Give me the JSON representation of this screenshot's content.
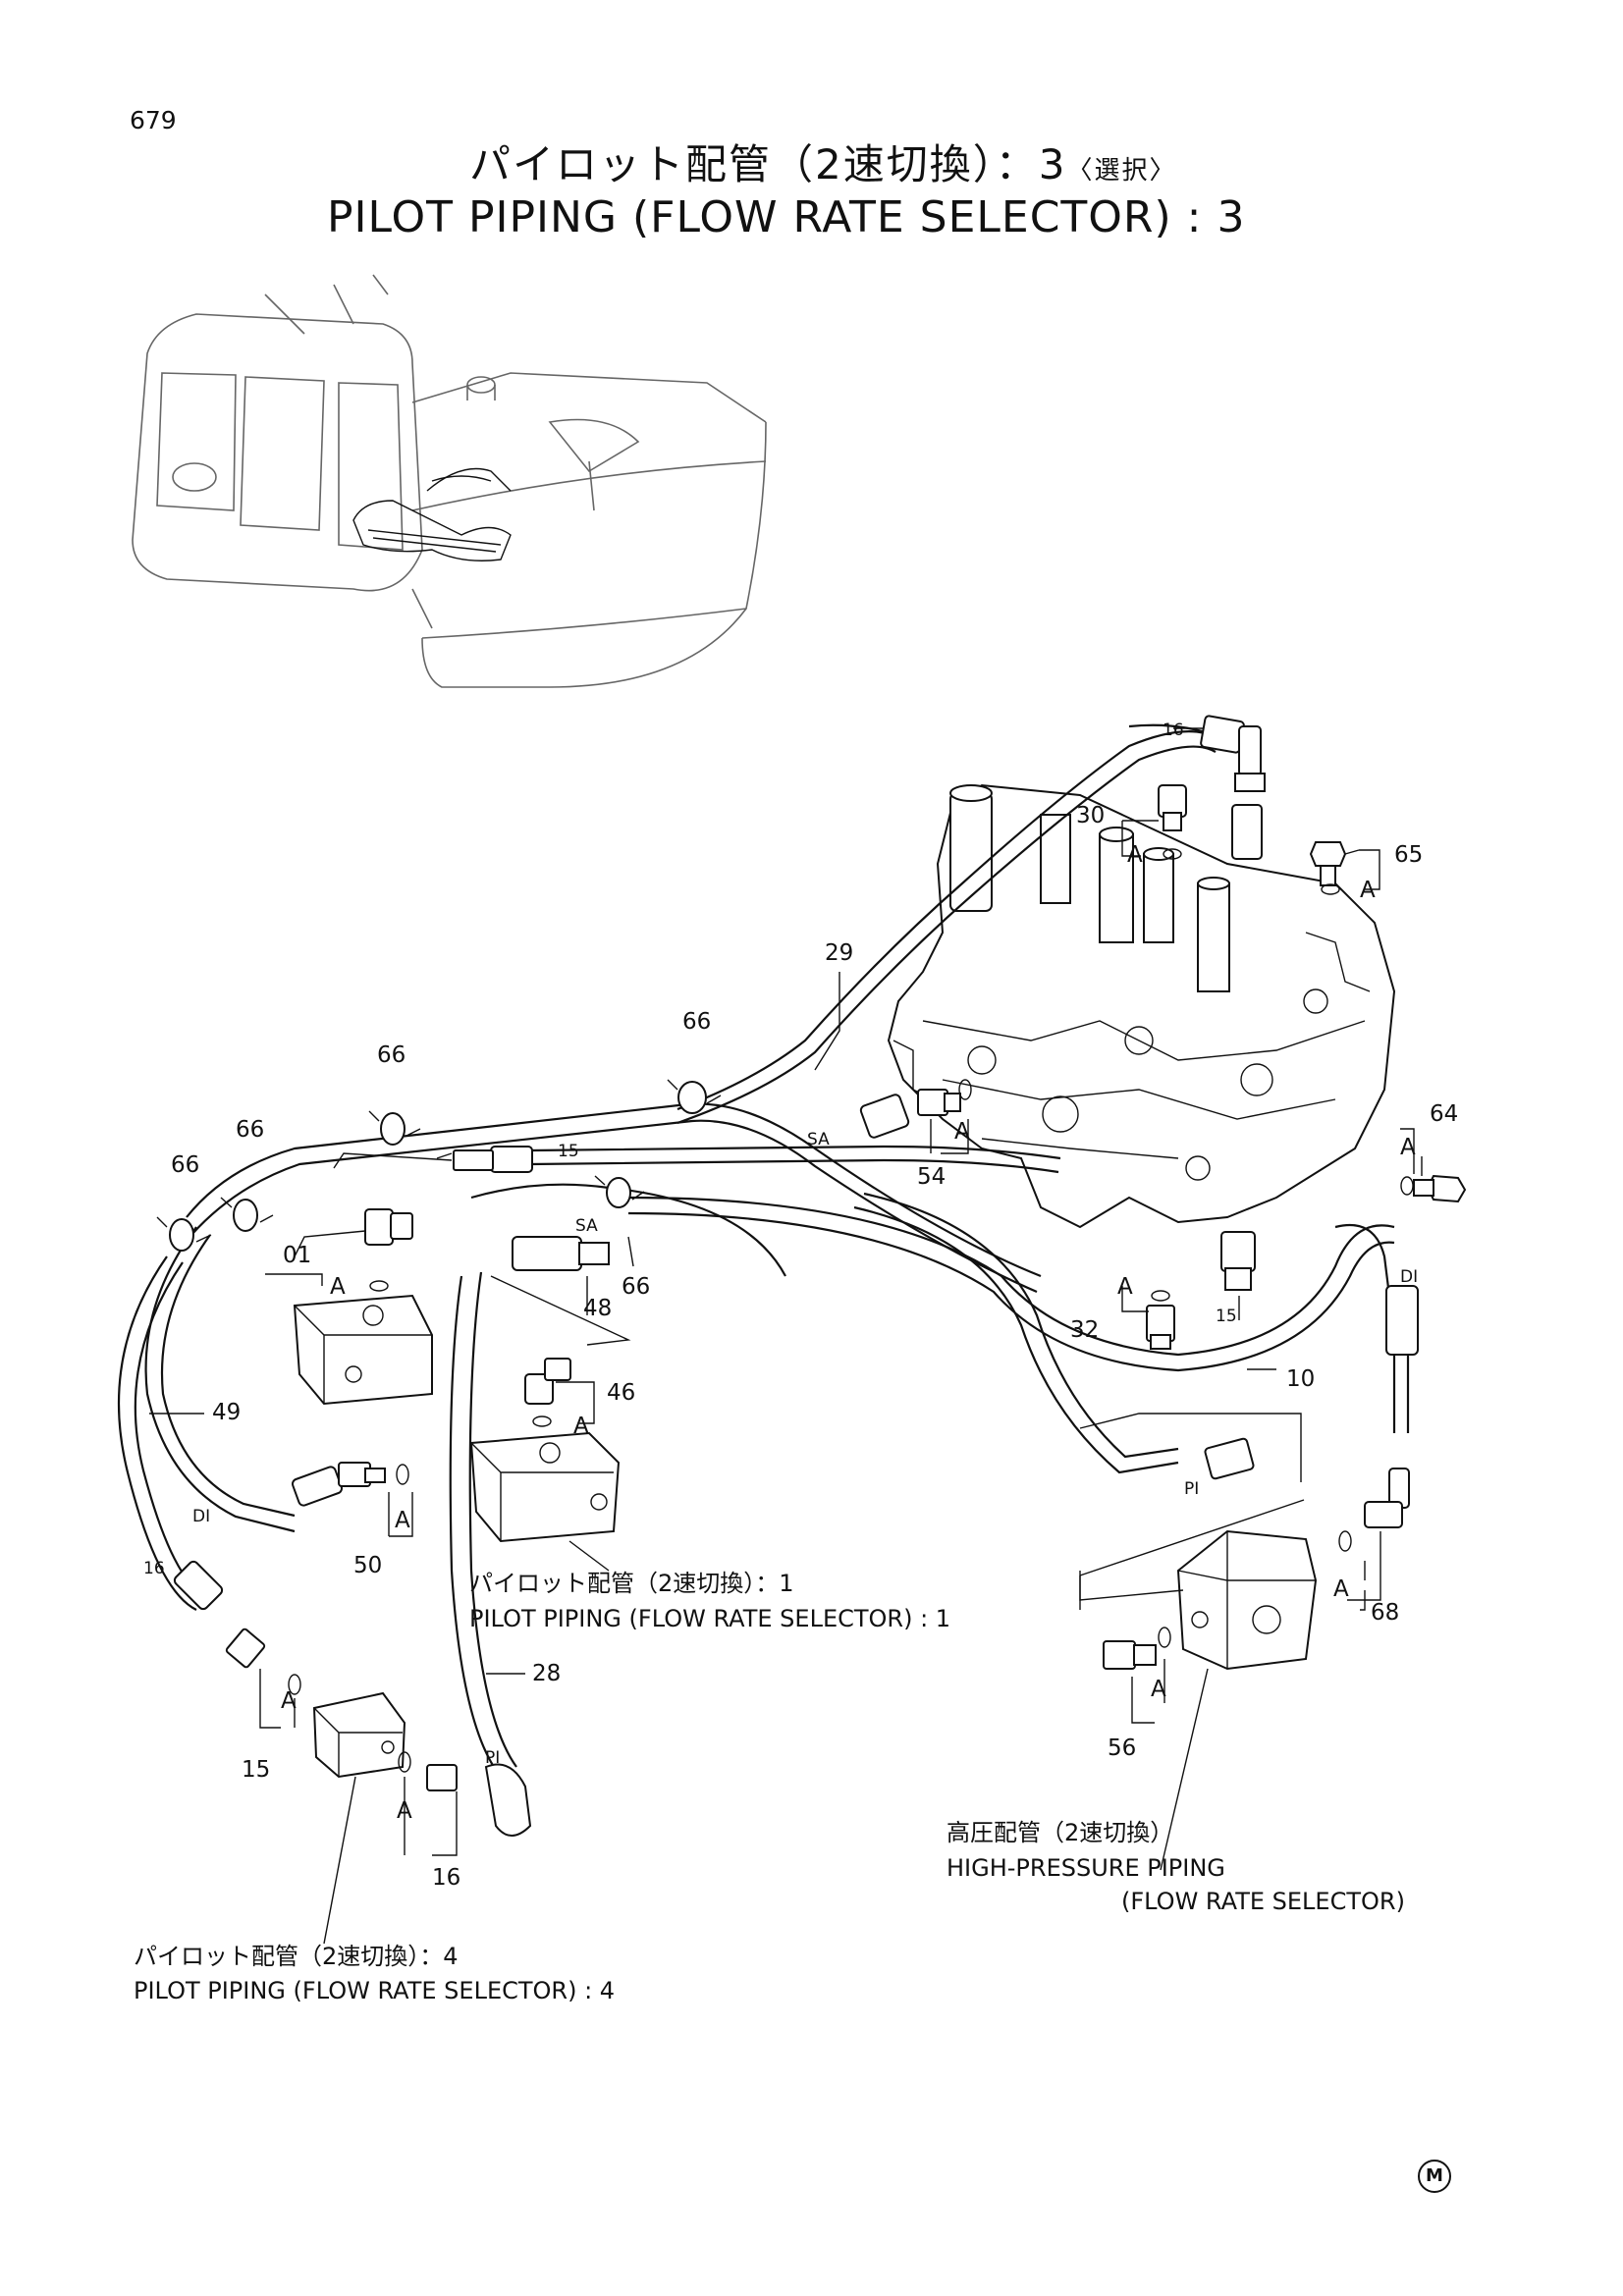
{
  "page_number": "679",
  "title_jp": "パイロット配管（2速切換）：3",
  "title_jp_sub": "〈選択〉",
  "title_en": "PILOT PIPING (FLOW RATE SELECTOR) : 3",
  "captions": {
    "pilot1_jp": "パイロット配管（2速切換）：1",
    "pilot1_en": "PILOT PIPING (FLOW RATE SELECTOR) : 1",
    "hp_jp": "高圧配管（2速切換）",
    "hp_en1": "HIGH-PRESSURE PIPING",
    "hp_en2": "(FLOW RATE SELECTOR)",
    "pilot4_jp": "パイロット配管（2速切換）：4",
    "pilot4_en": "PILOT PIPING (FLOW RATE SELECTOR) : 4"
  },
  "part_labels": {
    "p16_top": "16",
    "p30": "30",
    "p65": "65",
    "p29": "29",
    "p66_a": "66",
    "p66_b": "66",
    "p66_c": "66",
    "p66_d": "66",
    "p66_e": "66",
    "p15_top": "15",
    "p01": "01",
    "p48": "48",
    "p54": "54",
    "p64": "64",
    "p32": "32",
    "p15_mid": "15",
    "p10": "10",
    "p46": "46",
    "p49": "49",
    "p50": "50",
    "p16_left": "16",
    "p28": "28",
    "p68": "68",
    "p56": "56",
    "p15_bottom": "15",
    "p16_bottom": "16"
  },
  "port_labels": {
    "sa_1": "SA",
    "sa_2": "SA",
    "di_1": "DI",
    "di_2": "DI",
    "pi_1": "PI",
    "pi_2": "PI"
  },
  "detail_marker": "A",
  "maker_mark": "M"
}
